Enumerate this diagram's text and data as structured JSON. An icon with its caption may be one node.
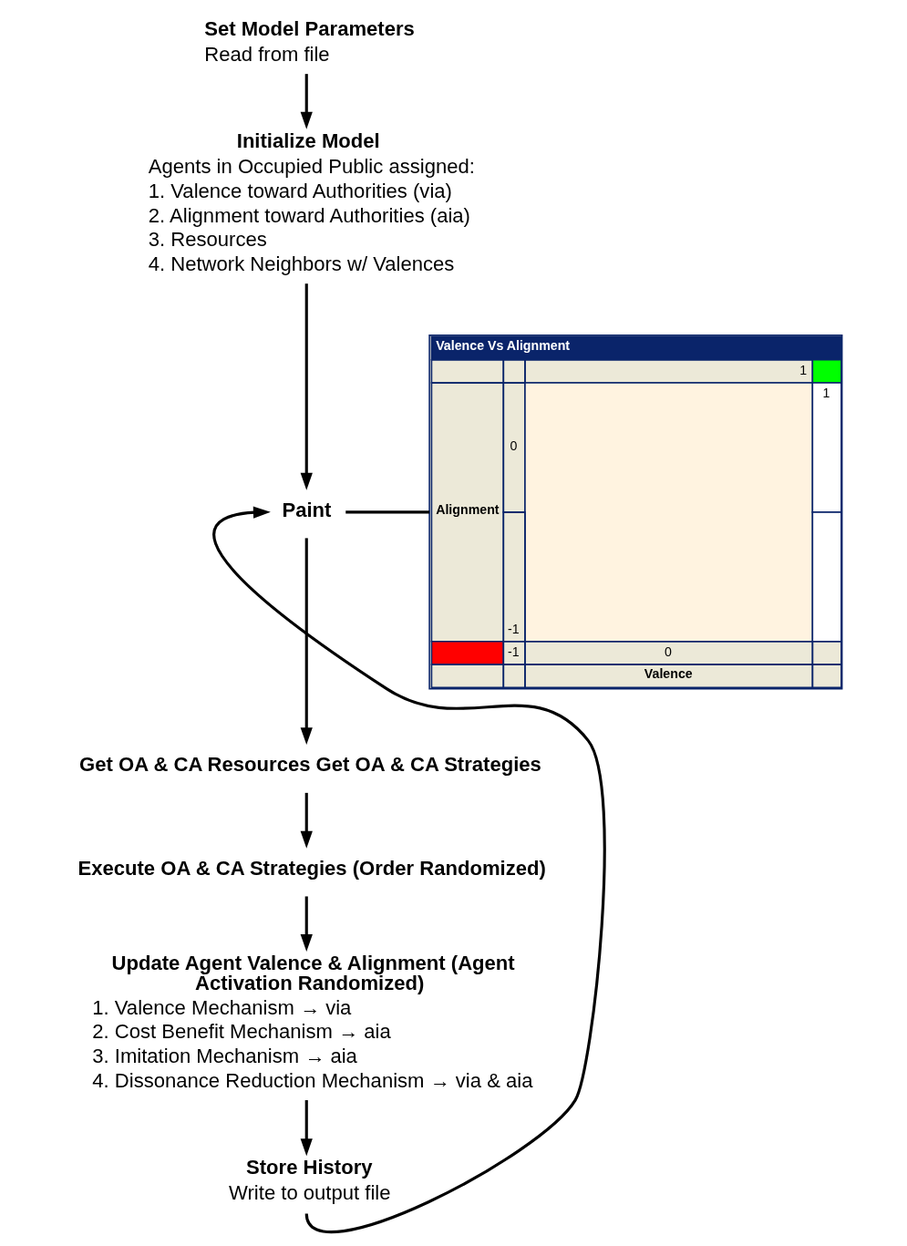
{
  "diagram": {
    "nodes": [
      {
        "text": [
          "Set Model Parameters",
          "Read from file"
        ]
      },
      {
        "text": [
          "Initialize Model",
          "Agents in Occupied Public assigned:",
          "1. Valence toward Authorities (via)",
          "2. Alignment toward Authorities (aia)",
          "3. Resources",
          "4. Network Neighbors w/ Valences"
        ]
      },
      {
        "text": [
          "Paint"
        ]
      },
      {
        "text": [
          "Get OA & CA Resources Get OA & CA Strategies"
        ]
      },
      {
        "text": [
          "Execute OA & CA Strategies (Order Randomized)"
        ]
      },
      {
        "text": [
          "Update Agent Valence & Alignment (Agent Activation Randomized)",
          "1. Valence Mechanism → via",
          "2. Cost Benefit Mechanism → aia",
          "3. Imitation Mechanism → aia",
          "4. Dissonance Reduction Mechanism → via & aia"
        ]
      },
      {
        "text": [
          "Store History",
          "Write to output file"
        ]
      },
      {
        "text": [
          "Valence Vs Alignment",
          "1",
          "1",
          "Alignment",
          "0",
          "-1",
          "-1",
          "0",
          "Valence"
        ]
      }
    ],
    "edges": [
      {
        "from": 0,
        "to": 1,
        "arrow": "to"
      },
      {
        "from": 1,
        "to": 2,
        "arrow": "to"
      },
      {
        "from": 2,
        "to": 3,
        "arrow": "to"
      },
      {
        "from": 3,
        "to": 4,
        "arrow": "to"
      },
      {
        "from": 4,
        "to": 5,
        "arrow": "to"
      },
      {
        "from": 5,
        "to": 6,
        "arrow": "to"
      },
      {
        "from": 6,
        "to": 2,
        "arrow": "to"
      },
      {
        "from": 2,
        "to": 7,
        "arrow": "none"
      }
    ]
  }
}
